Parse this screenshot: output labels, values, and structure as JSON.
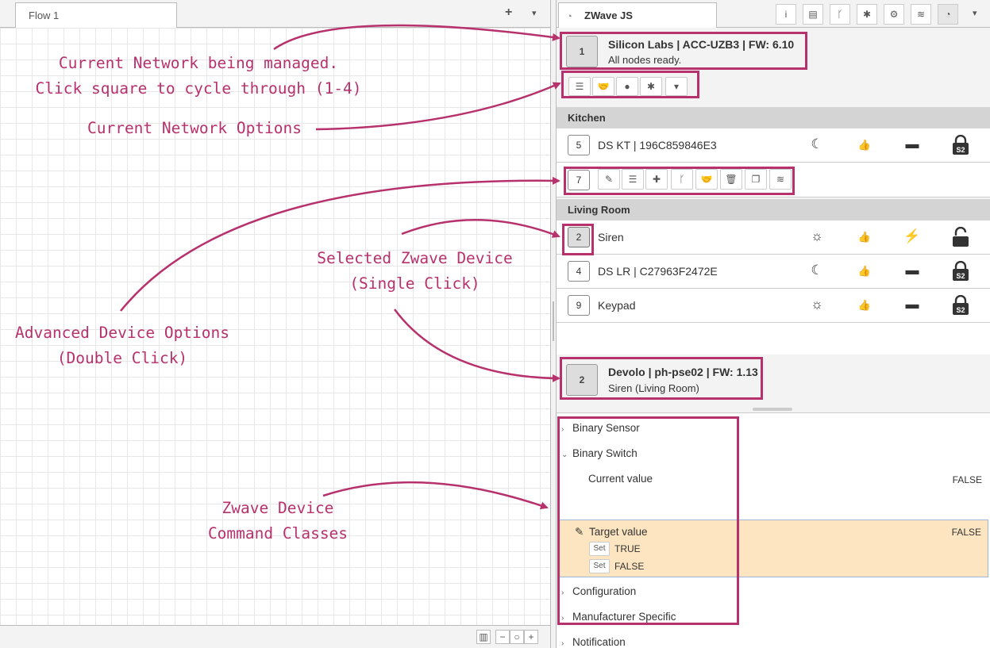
{
  "workspace": {
    "tab_label": "Flow 1",
    "add_tab": "+",
    "tab_menu": "▾",
    "footer": {
      "map": "▥",
      "zoom_out": "−",
      "zoom_reset": "○",
      "zoom_in": "+"
    }
  },
  "sidebar": {
    "tab_label": "ZWave JS",
    "tab_icon": "rss-icon",
    "buttons": [
      {
        "name": "info-icon",
        "glyph": "i"
      },
      {
        "name": "book-icon",
        "glyph": "▤"
      },
      {
        "name": "branch-icon",
        "glyph": "ᚴ"
      },
      {
        "name": "bug-icon",
        "glyph": "✱"
      },
      {
        "name": "gear-icon",
        "glyph": "⚙"
      },
      {
        "name": "database-icon",
        "glyph": "≋"
      },
      {
        "name": "rss-icon",
        "glyph": "◔"
      }
    ],
    "menu": "▾"
  },
  "network": {
    "number": "1",
    "title": "Silicon Labs | ACC-UZB3 | FW: 6.10",
    "status": "All nodes ready.",
    "options": [
      "☰",
      "🤝",
      "●",
      "✱",
      "▾"
    ]
  },
  "groups": [
    {
      "name": "Kitchen",
      "nodes": [
        {
          "id": "5",
          "name": "DS KT | 196C859846E3"
        },
        {
          "id": "7",
          "name": ""
        }
      ]
    },
    {
      "name": "Living Room",
      "nodes": [
        {
          "id": "2",
          "name": "Siren"
        },
        {
          "id": "4",
          "name": "DS LR | C27963F2472E"
        },
        {
          "id": "9",
          "name": "Keypad"
        }
      ]
    }
  ],
  "node_icons": {
    "sleep": "☾",
    "awake": "☼",
    "thumbs": "👍",
    "battery": "▬",
    "plug": "⚡",
    "s2_label": "S2"
  },
  "advanced_options": [
    "✎",
    "☰",
    "✚",
    "ᚴ",
    "🤝",
    "🗑",
    "❐",
    "≋"
  ],
  "selected_device": {
    "number": "2",
    "title": "Devolo | ph-pse02 | FW: 1.13",
    "subtitle": "Siren (Living Room)"
  },
  "command_classes": {
    "items": [
      {
        "label": "Binary Sensor",
        "expanded": false
      },
      {
        "label": "Binary Switch",
        "expanded": true
      },
      {
        "label": "Configuration",
        "expanded": false
      },
      {
        "label": "Manufacturer Specific",
        "expanded": false
      },
      {
        "label": "Notification",
        "expanded": false
      }
    ],
    "current_value": {
      "label": "Current value",
      "value": "FALSE"
    },
    "target_value": {
      "label": "Target value",
      "value": "FALSE",
      "edit_icon": "✎"
    },
    "set_label": "Set",
    "options": [
      "TRUE",
      "FALSE"
    ]
  },
  "annotations": {
    "current_network": [
      "Current Network being managed.",
      "Click square to cycle through (1-4)"
    ],
    "network_options": "Current Network Options",
    "selected_device": [
      "Selected Zwave Device",
      "(Single Click)"
    ],
    "advanced_options": [
      "Advanced Device Options",
      "(Double Click)"
    ],
    "command_classes": [
      "Zwave Device",
      "Command Classes"
    ]
  },
  "colors": {
    "annotation": "#b7316d",
    "target_highlight": "#fde5c1",
    "group_header": "#d4d4d4"
  }
}
